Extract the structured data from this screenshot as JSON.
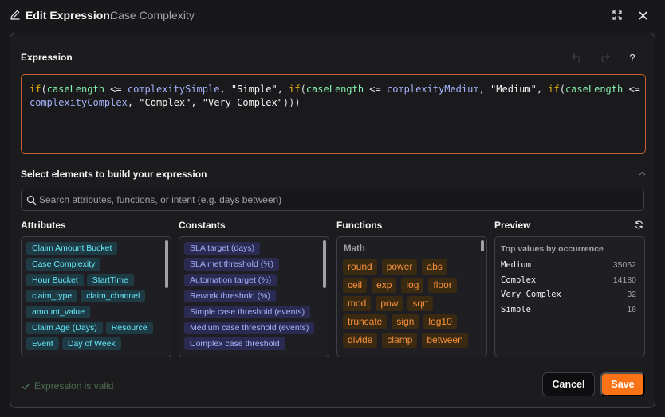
{
  "window": {
    "title": "Edit Expression:",
    "subtitle": "Case Complexity"
  },
  "expression": {
    "label": "Expression",
    "tokens": [
      {
        "t": "if",
        "k": "fn"
      },
      {
        "t": "(",
        "k": "op"
      },
      {
        "t": "caseLength",
        "k": "var"
      },
      {
        "t": " <= ",
        "k": "op"
      },
      {
        "t": "complexitySimple",
        "k": "id"
      },
      {
        "t": ", ",
        "k": "op"
      },
      {
        "t": "\"Simple\"",
        "k": "str"
      },
      {
        "t": ", ",
        "k": "op"
      },
      {
        "t": "if",
        "k": "fn"
      },
      {
        "t": "(",
        "k": "op"
      },
      {
        "t": "caseLength",
        "k": "var"
      },
      {
        "t": " <= ",
        "k": "op"
      },
      {
        "t": "complexityMedium",
        "k": "id"
      },
      {
        "t": ", ",
        "k": "op"
      },
      {
        "t": "\"Medium\"",
        "k": "str"
      },
      {
        "t": ", ",
        "k": "op"
      },
      {
        "t": "if",
        "k": "fn"
      },
      {
        "t": "(",
        "k": "op"
      },
      {
        "t": "caseLength",
        "k": "var"
      },
      {
        "t": " <=",
        "k": "op"
      },
      {
        "t": "\n",
        "k": "br"
      },
      {
        "t": "complexityComplex",
        "k": "id"
      },
      {
        "t": ", ",
        "k": "op"
      },
      {
        "t": "\"Complex\"",
        "k": "str"
      },
      {
        "t": ", ",
        "k": "op"
      },
      {
        "t": "\"Very Complex\"",
        "k": "str"
      },
      {
        "t": ")))",
        "k": "op"
      }
    ]
  },
  "builder": {
    "label": "Select elements to build your expression",
    "search_placeholder": "Search attributes, functions, or intent (e.g. days between)"
  },
  "columns": {
    "attributes": "Attributes",
    "constants": "Constants",
    "functions": "Functions",
    "preview": "Preview"
  },
  "attributes": [
    "Claim Amount Bucket",
    "Case Complexity",
    "Hour Bucket",
    "StartTime",
    "claim_type",
    "claim_channel",
    "amount_value",
    "Claim Age (Days)",
    "Resource",
    "Event",
    "Day of Week"
  ],
  "constants": [
    "SLA target (days)",
    "SLA met threshold (%)",
    "Automation target (%)",
    "Rework threshold (%)",
    "Simple case threshold (events)",
    "Medium case threshold (events)",
    "Complex case threshold"
  ],
  "functions": {
    "category": "Math",
    "items": [
      "round",
      "power",
      "abs",
      "ceil",
      "exp",
      "log",
      "floor",
      "mod",
      "pow",
      "sqrt",
      "truncate",
      "sign",
      "log10",
      "divide",
      "clamp",
      "between"
    ]
  },
  "preview": {
    "title": "Top values by occurrence",
    "rows": [
      {
        "value": "Medium",
        "count": "35062"
      },
      {
        "value": "Complex",
        "count": "14180"
      },
      {
        "value": "Very Complex",
        "count": "32"
      },
      {
        "value": "Simple",
        "count": "16"
      }
    ]
  },
  "status": "Expression is valid",
  "buttons": {
    "cancel": "Cancel",
    "save": "Save"
  },
  "colors": {
    "accent": "#f97316",
    "editor_border": "#c2622d",
    "valid": "#4b6b4f"
  }
}
